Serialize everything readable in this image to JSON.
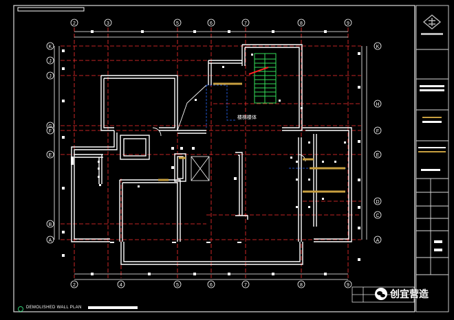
{
  "drawing": {
    "caption": "DEMOLISHED WALL PLAN",
    "stair_label": "楼梯楼体",
    "watermark": "创宜营造",
    "watermark_icon": "wechat-icon",
    "grid_top": [
      "2",
      "3",
      "5",
      "6",
      "7",
      "8",
      "9"
    ],
    "grid_bottom": [
      "2",
      "4",
      "5",
      "6",
      "7",
      "8",
      "9"
    ],
    "grid_left": [
      "K",
      "J",
      "J",
      "G",
      "F",
      "E",
      "B",
      "A"
    ],
    "grid_right": [
      "K",
      "H",
      "F",
      "E",
      "D",
      "C",
      "A"
    ],
    "colors": {
      "background": "#000000",
      "wall": "#ffffff",
      "axis": "#ff3030",
      "dimension": "#2a6bff",
      "demolish": "#c8a040",
      "stair": "#35e05a"
    }
  },
  "title_block": {
    "logo": "company-logo-icon"
  }
}
